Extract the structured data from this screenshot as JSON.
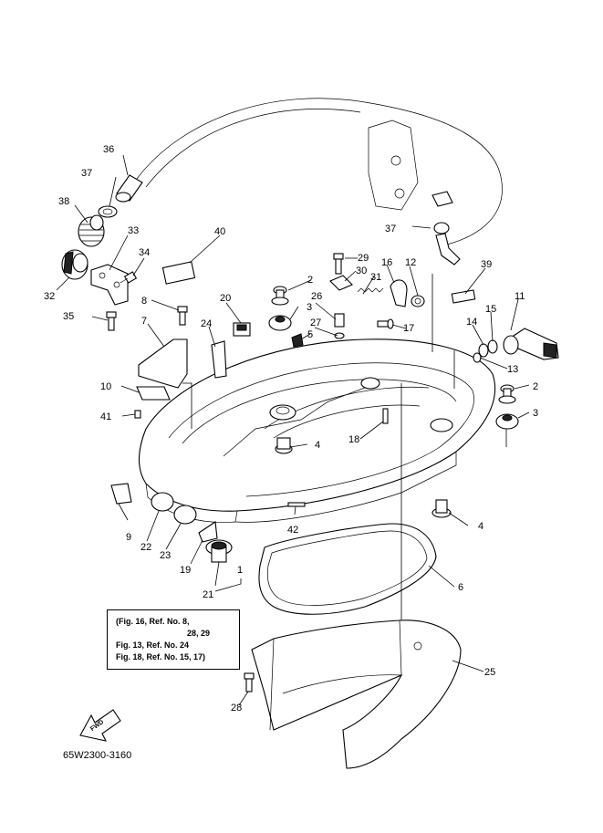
{
  "diagram": {
    "code": "65W2300-3160",
    "fwd_label": "FWD",
    "reference_note": {
      "line1": "(Fig. 16, Ref. No. 8,",
      "line2": "28, 29",
      "line3": "Fig. 13, Ref. No. 24",
      "line4": "Fig. 18, Ref. No. 15, 17)"
    },
    "callouts": [
      "1",
      "2",
      "2",
      "3",
      "3",
      "4",
      "4",
      "5",
      "6",
      "7",
      "8",
      "9",
      "10",
      "11",
      "12",
      "13",
      "14",
      "15",
      "16",
      "17",
      "18",
      "19",
      "20",
      "21",
      "22",
      "23",
      "24",
      "25",
      "26",
      "27",
      "28",
      "29",
      "30",
      "31",
      "32",
      "33",
      "34",
      "35",
      "36",
      "37",
      "37",
      "38",
      "39",
      "40",
      "41",
      "42"
    ]
  }
}
